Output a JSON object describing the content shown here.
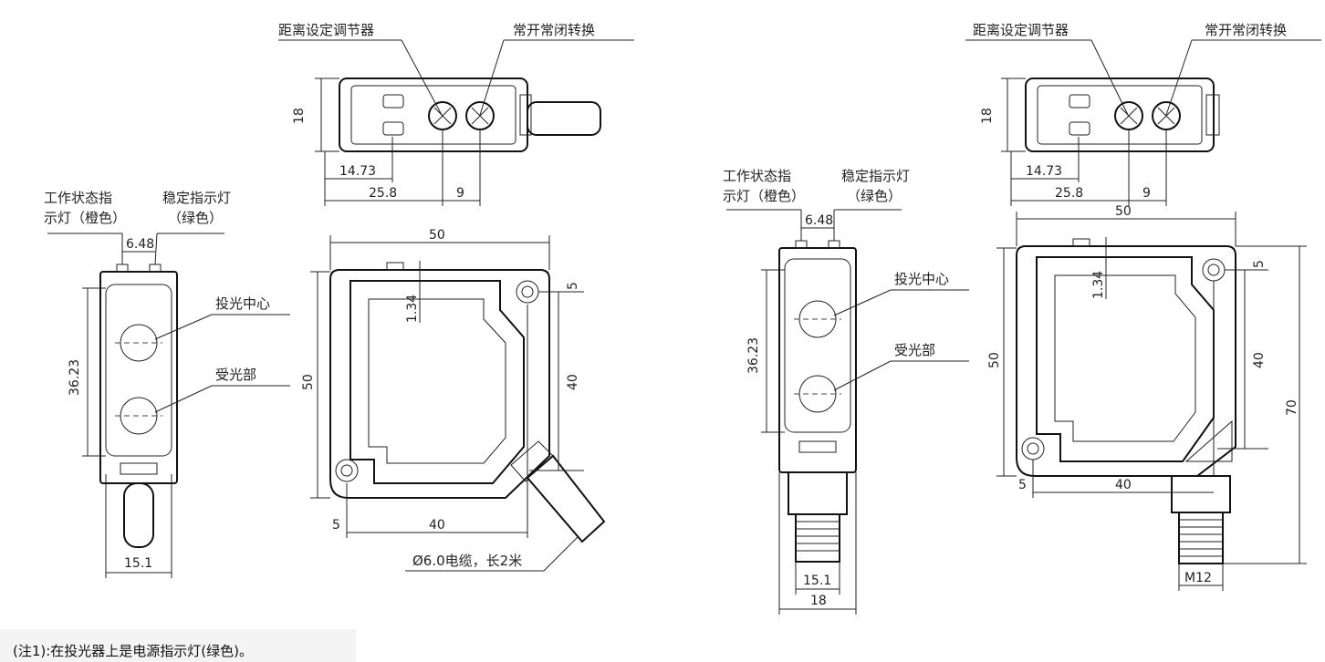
{
  "labels": {
    "distance_adjuster": "距离设定调节器",
    "no_nc_switch": "常开常闭转换",
    "status_indicator_line1": "工作状态指",
    "status_indicator_line2": "示灯（橙色）",
    "stable_indicator_line1": "稳定指示灯",
    "stable_indicator_line2": "（绿色）",
    "emitter_center": "投光中心",
    "receiver": "受光部",
    "cable": "Ø6.0电缆，长2米",
    "connector": "M12"
  },
  "dimensions": {
    "d18": "18",
    "d14_73": "14.73",
    "d25_8": "25.8",
    "d9": "9",
    "d6_48": "6.48",
    "d50": "50",
    "d1_34": "1.34",
    "d5": "5",
    "d40": "40",
    "d36_23": "36.23",
    "d15_1": "15.1",
    "d70": "70"
  },
  "footnote": "(注1):在投光器上是电源指示灯(绿色)。"
}
